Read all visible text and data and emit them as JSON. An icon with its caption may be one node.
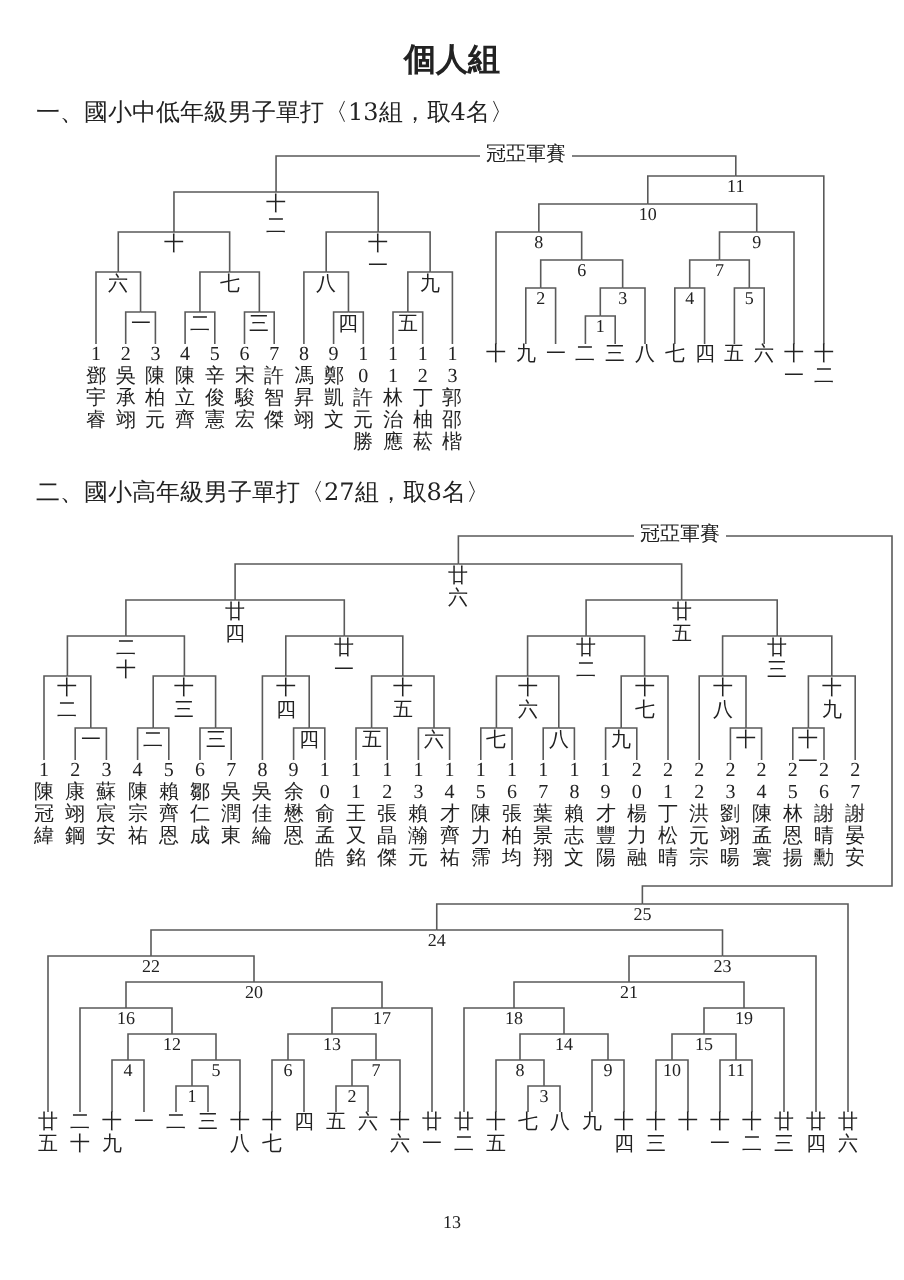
{
  "diagram": {
    "title": "個人組",
    "nodes": [
      {
        "text": [
          "冠亞軍賽"
        ]
      },
      {
        "text": [
          "十二"
        ]
      },
      {
        "text": [
          "十"
        ]
      },
      {
        "text": [
          "十一"
        ]
      },
      {
        "text": [
          "六"
        ]
      },
      {
        "text": [
          "七"
        ]
      },
      {
        "text": [
          "八"
        ]
      },
      {
        "text": [
          "九"
        ]
      },
      {
        "text": [
          "一"
        ]
      },
      {
        "text": [
          "二"
        ]
      },
      {
        "text": [
          "三"
        ]
      },
      {
        "text": [
          "四"
        ]
      },
      {
        "text": [
          "五"
        ]
      },
      {
        "text": [
          "1",
          "鄧宇睿"
        ]
      },
      {
        "text": [
          "2",
          "吳承翊"
        ]
      },
      {
        "text": [
          "3",
          "陳柏元"
        ]
      },
      {
        "text": [
          "4",
          "陳立齊"
        ]
      },
      {
        "text": [
          "5",
          "辛俊憲"
        ]
      },
      {
        "text": [
          "6",
          "宋駿宏"
        ]
      },
      {
        "text": [
          "7",
          "許智傑"
        ]
      },
      {
        "text": [
          "8",
          "馮昇翊"
        ]
      },
      {
        "text": [
          "9",
          "鄭凱文"
        ]
      },
      {
        "text": [
          "10",
          "許元勝"
        ]
      },
      {
        "text": [
          "11",
          "林治應"
        ]
      },
      {
        "text": [
          "12",
          "丁柚菘"
        ]
      },
      {
        "text": [
          "13",
          "郭邵楷"
        ]
      },
      {
        "text": [
          "11"
        ]
      },
      {
        "text": [
          "10"
        ]
      },
      {
        "text": [
          "8"
        ]
      },
      {
        "text": [
          "9"
        ]
      },
      {
        "text": [
          "6"
        ]
      },
      {
        "text": [
          "7"
        ]
      },
      {
        "text": [
          "2"
        ]
      },
      {
        "text": [
          "3"
        ]
      },
      {
        "text": [
          "4"
        ]
      },
      {
        "text": [
          "5"
        ]
      },
      {
        "text": [
          "1"
        ]
      },
      {
        "text": [
          "十"
        ]
      },
      {
        "text": [
          "九"
        ]
      },
      {
        "text": [
          "一"
        ]
      },
      {
        "text": [
          "二"
        ]
      },
      {
        "text": [
          "三"
        ]
      },
      {
        "text": [
          "八"
        ]
      },
      {
        "text": [
          "七"
        ]
      },
      {
        "text": [
          "四"
        ]
      },
      {
        "text": [
          "五"
        ]
      },
      {
        "text": [
          "六"
        ]
      },
      {
        "text": [
          "十一"
        ]
      },
      {
        "text": [
          "十二"
        ]
      },
      {
        "text": [
          "冠亞軍賽"
        ]
      },
      {
        "text": [
          "廿六"
        ]
      },
      {
        "text": [
          "廿四"
        ]
      },
      {
        "text": [
          "廿五"
        ]
      },
      {
        "text": [
          "二十"
        ]
      },
      {
        "text": [
          "廿一"
        ]
      },
      {
        "text": [
          "廿二"
        ]
      },
      {
        "text": [
          "廿三"
        ]
      },
      {
        "text": [
          "十二"
        ]
      },
      {
        "text": [
          "十三"
        ]
      },
      {
        "text": [
          "十四"
        ]
      },
      {
        "text": [
          "十五"
        ]
      },
      {
        "text": [
          "十六"
        ]
      },
      {
        "text": [
          "十七"
        ]
      },
      {
        "text": [
          "十八"
        ]
      },
      {
        "text": [
          "十九"
        ]
      },
      {
        "text": [
          "一"
        ]
      },
      {
        "text": [
          "二"
        ]
      },
      {
        "text": [
          "三"
        ]
      },
      {
        "text": [
          "四"
        ]
      },
      {
        "text": [
          "五"
        ]
      },
      {
        "text": [
          "六"
        ]
      },
      {
        "text": [
          "七"
        ]
      },
      {
        "text": [
          "八"
        ]
      },
      {
        "text": [
          "九"
        ]
      },
      {
        "text": [
          "十"
        ]
      },
      {
        "text": [
          "十一"
        ]
      },
      {
        "text": [
          "1",
          "陳冠緯"
        ]
      },
      {
        "text": [
          "2",
          "康翊鋼"
        ]
      },
      {
        "text": [
          "3",
          "蘇宸安"
        ]
      },
      {
        "text": [
          "4",
          "陳宗祐"
        ]
      },
      {
        "text": [
          "5",
          "賴齊恩"
        ]
      },
      {
        "text": [
          "6",
          "鄒仁成"
        ]
      },
      {
        "text": [
          "7",
          "吳潤東"
        ]
      },
      {
        "text": [
          "8",
          "吳佳綸"
        ]
      },
      {
        "text": [
          "9",
          "余懋恩"
        ]
      },
      {
        "text": [
          "10",
          "俞孟皓"
        ]
      },
      {
        "text": [
          "11",
          "王又銘"
        ]
      },
      {
        "text": [
          "12",
          "張晶傑"
        ]
      },
      {
        "text": [
          "13",
          "賴瀚元"
        ]
      },
      {
        "text": [
          "14",
          "才齊祐"
        ]
      },
      {
        "text": [
          "15",
          "陳力霈"
        ]
      },
      {
        "text": [
          "16",
          "張柏均"
        ]
      },
      {
        "text": [
          "17",
          "葉景翔"
        ]
      },
      {
        "text": [
          "18",
          "賴志文"
        ]
      },
      {
        "text": [
          "19",
          "才豐陽"
        ]
      },
      {
        "text": [
          "20",
          "楊力融"
        ]
      },
      {
        "text": [
          "21",
          "丁松晴"
        ]
      },
      {
        "text": [
          "22",
          "洪元宗"
        ]
      },
      {
        "text": [
          "23",
          "劉翊暘"
        ]
      },
      {
        "text": [
          "24",
          "陳孟寰"
        ]
      },
      {
        "text": [
          "25",
          "林恩揚"
        ]
      },
      {
        "text": [
          "26",
          "謝晴勳"
        ]
      },
      {
        "text": [
          "27",
          "謝晏安"
        ]
      },
      {
        "text": [
          "25"
        ]
      },
      {
        "text": [
          "24"
        ]
      },
      {
        "text": [
          "22"
        ]
      },
      {
        "text": [
          "23"
        ]
      },
      {
        "text": [
          "20"
        ]
      },
      {
        "text": [
          "21"
        ]
      },
      {
        "text": [
          "16"
        ]
      },
      {
        "text": [
          "17"
        ]
      },
      {
        "text": [
          "18"
        ]
      },
      {
        "text": [
          "19"
        ]
      },
      {
        "text": [
          "12"
        ]
      },
      {
        "text": [
          "13"
        ]
      },
      {
        "text": [
          "14"
        ]
      },
      {
        "text": [
          "15"
        ]
      },
      {
        "text": [
          "4"
        ]
      },
      {
        "text": [
          "5"
        ]
      },
      {
        "text": [
          "6"
        ]
      },
      {
        "text": [
          "7"
        ]
      },
      {
        "text": [
          "8"
        ]
      },
      {
        "text": [
          "9"
        ]
      },
      {
        "text": [
          "10"
        ]
      },
      {
        "text": [
          "11"
        ]
      },
      {
        "text": [
          "1"
        ]
      },
      {
        "text": [
          "2"
        ]
      },
      {
        "text": [
          "3"
        ]
      },
      {
        "text": [
          "廿五"
        ]
      },
      {
        "text": [
          "二十"
        ]
      },
      {
        "text": [
          "十九"
        ]
      },
      {
        "text": [
          "一"
        ]
      },
      {
        "text": [
          "二"
        ]
      },
      {
        "text": [
          "三"
        ]
      },
      {
        "text": [
          "十八"
        ]
      },
      {
        "text": [
          "十七"
        ]
      },
      {
        "text": [
          "四"
        ]
      },
      {
        "text": [
          "五"
        ]
      },
      {
        "text": [
          "六"
        ]
      },
      {
        "text": [
          "十六"
        ]
      },
      {
        "text": [
          "廿一"
        ]
      },
      {
        "text": [
          "廿二"
        ]
      },
      {
        "text": [
          "十五"
        ]
      },
      {
        "text": [
          "七"
        ]
      },
      {
        "text": [
          "八"
        ]
      },
      {
        "text": [
          "九"
        ]
      },
      {
        "text": [
          "十四"
        ]
      },
      {
        "text": [
          "十三"
        ]
      },
      {
        "text": [
          "十"
        ]
      },
      {
        "text": [
          "十一"
        ]
      },
      {
        "text": [
          "十二"
        ]
      },
      {
        "text": [
          "廿三"
        ]
      },
      {
        "text": [
          "廿四"
        ]
      },
      {
        "text": [
          "廿六"
        ]
      }
    ],
    "edges": [
      {
        "from": 1,
        "to": 0,
        "arrow": "none"
      },
      {
        "from": 26,
        "to": 0,
        "arrow": "none"
      },
      {
        "from": 2,
        "to": 1,
        "arrow": "none"
      },
      {
        "from": 3,
        "to": 1,
        "arrow": "none"
      },
      {
        "from": 4,
        "to": 2,
        "arrow": "none"
      },
      {
        "from": 5,
        "to": 2,
        "arrow": "none"
      },
      {
        "from": 6,
        "to": 3,
        "arrow": "none"
      },
      {
        "from": 7,
        "to": 3,
        "arrow": "none"
      },
      {
        "from": 13,
        "to": 4,
        "arrow": "none"
      },
      {
        "from": 8,
        "to": 4,
        "arrow": "none"
      },
      {
        "from": 9,
        "to": 5,
        "arrow": "none"
      },
      {
        "from": 10,
        "to": 5,
        "arrow": "none"
      },
      {
        "from": 20,
        "to": 6,
        "arrow": "none"
      },
      {
        "from": 11,
        "to": 6,
        "arrow": "none"
      },
      {
        "from": 12,
        "to": 7,
        "arrow": "none"
      },
      {
        "from": 25,
        "to": 7,
        "arrow": "none"
      },
      {
        "from": 14,
        "to": 8,
        "arrow": "none"
      },
      {
        "from": 15,
        "to": 8,
        "arrow": "none"
      },
      {
        "from": 16,
        "to": 9,
        "arrow": "none"
      },
      {
        "from": 17,
        "to": 9,
        "arrow": "none"
      },
      {
        "from": 18,
        "to": 10,
        "arrow": "none"
      },
      {
        "from": 19,
        "to": 10,
        "arrow": "none"
      },
      {
        "from": 21,
        "to": 11,
        "arrow": "none"
      },
      {
        "from": 22,
        "to": 11,
        "arrow": "none"
      },
      {
        "from": 23,
        "to": 12,
        "arrow": "none"
      },
      {
        "from": 24,
        "to": 12,
        "arrow": "none"
      },
      {
        "from": 27,
        "to": 26,
        "arrow": "none"
      },
      {
        "from": 48,
        "to": 26,
        "arrow": "none"
      },
      {
        "from": 28,
        "to": 27,
        "arrow": "none"
      },
      {
        "from": 29,
        "to": 27,
        "arrow": "none"
      },
      {
        "from": 37,
        "to": 28,
        "arrow": "none"
      },
      {
        "from": 30,
        "to": 28,
        "arrow": "none"
      },
      {
        "from": 31,
        "to": 29,
        "arrow": "none"
      },
      {
        "from": 47,
        "to": 29,
        "arrow": "none"
      },
      {
        "from": 32,
        "to": 30,
        "arrow": "none"
      },
      {
        "from": 33,
        "to": 30,
        "arrow": "none"
      },
      {
        "from": 34,
        "to": 31,
        "arrow": "none"
      },
      {
        "from": 35,
        "to": 31,
        "arrow": "none"
      },
      {
        "from": 38,
        "to": 32,
        "arrow": "none"
      },
      {
        "from": 39,
        "to": 32,
        "arrow": "none"
      },
      {
        "from": 36,
        "to": 33,
        "arrow": "none"
      },
      {
        "from": 42,
        "to": 33,
        "arrow": "none"
      },
      {
        "from": 43,
        "to": 34,
        "arrow": "none"
      },
      {
        "from": 44,
        "to": 34,
        "arrow": "none"
      },
      {
        "from": 45,
        "to": 35,
        "arrow": "none"
      },
      {
        "from": 46,
        "to": 35,
        "arrow": "none"
      },
      {
        "from": 40,
        "to": 36,
        "arrow": "none"
      },
      {
        "from": 41,
        "to": 36,
        "arrow": "none"
      },
      {
        "from": 50,
        "to": 49,
        "arrow": "none"
      },
      {
        "from": 103,
        "to": 49,
        "arrow": "none"
      },
      {
        "from": 51,
        "to": 50,
        "arrow": "none"
      },
      {
        "from": 52,
        "to": 50,
        "arrow": "none"
      },
      {
        "from": 53,
        "to": 51,
        "arrow": "none"
      },
      {
        "from": 54,
        "to": 51,
        "arrow": "none"
      },
      {
        "from": 55,
        "to": 52,
        "arrow": "none"
      },
      {
        "from": 56,
        "to": 52,
        "arrow": "none"
      },
      {
        "from": 57,
        "to": 53,
        "arrow": "none"
      },
      {
        "from": 58,
        "to": 53,
        "arrow": "none"
      },
      {
        "from": 59,
        "to": 54,
        "arrow": "none"
      },
      {
        "from": 60,
        "to": 54,
        "arrow": "none"
      },
      {
        "from": 61,
        "to": 55,
        "arrow": "none"
      },
      {
        "from": 62,
        "to": 55,
        "arrow": "none"
      },
      {
        "from": 63,
        "to": 56,
        "arrow": "none"
      },
      {
        "from": 64,
        "to": 56,
        "arrow": "none"
      },
      {
        "from": 76,
        "to": 57,
        "arrow": "none"
      },
      {
        "from": 65,
        "to": 57,
        "arrow": "none"
      },
      {
        "from": 66,
        "to": 58,
        "arrow": "none"
      },
      {
        "from": 67,
        "to": 58,
        "arrow": "none"
      },
      {
        "from": 83,
        "to": 59,
        "arrow": "none"
      },
      {
        "from": 68,
        "to": 59,
        "arrow": "none"
      },
      {
        "from": 69,
        "to": 60,
        "arrow": "none"
      },
      {
        "from": 70,
        "to": 60,
        "arrow": "none"
      },
      {
        "from": 71,
        "to": 61,
        "arrow": "none"
      },
      {
        "from": 72,
        "to": 61,
        "arrow": "none"
      },
      {
        "from": 73,
        "to": 62,
        "arrow": "none"
      },
      {
        "from": 96,
        "to": 62,
        "arrow": "none"
      },
      {
        "from": 97,
        "to": 63,
        "arrow": "none"
      },
      {
        "from": 74,
        "to": 63,
        "arrow": "none"
      },
      {
        "from": 75,
        "to": 64,
        "arrow": "none"
      },
      {
        "from": 102,
        "to": 64,
        "arrow": "none"
      },
      {
        "from": 77,
        "to": 65,
        "arrow": "none"
      },
      {
        "from": 78,
        "to": 65,
        "arrow": "none"
      },
      {
        "from": 79,
        "to": 66,
        "arrow": "none"
      },
      {
        "from": 80,
        "to": 66,
        "arrow": "none"
      },
      {
        "from": 81,
        "to": 67,
        "arrow": "none"
      },
      {
        "from": 82,
        "to": 67,
        "arrow": "none"
      },
      {
        "from": 84,
        "to": 68,
        "arrow": "none"
      },
      {
        "from": 85,
        "to": 68,
        "arrow": "none"
      },
      {
        "from": 86,
        "to": 69,
        "arrow": "none"
      },
      {
        "from": 87,
        "to": 69,
        "arrow": "none"
      },
      {
        "from": 88,
        "to": 70,
        "arrow": "none"
      },
      {
        "from": 89,
        "to": 70,
        "arrow": "none"
      },
      {
        "from": 90,
        "to": 71,
        "arrow": "none"
      },
      {
        "from": 91,
        "to": 71,
        "arrow": "none"
      },
      {
        "from": 92,
        "to": 72,
        "arrow": "none"
      },
      {
        "from": 93,
        "to": 72,
        "arrow": "none"
      },
      {
        "from": 94,
        "to": 73,
        "arrow": "none"
      },
      {
        "from": 95,
        "to": 73,
        "arrow": "none"
      },
      {
        "from": 98,
        "to": 74,
        "arrow": "none"
      },
      {
        "from": 99,
        "to": 74,
        "arrow": "none"
      },
      {
        "from": 100,
        "to": 75,
        "arrow": "none"
      },
      {
        "from": 101,
        "to": 75,
        "arrow": "none"
      },
      {
        "from": 104,
        "to": 103,
        "arrow": "none"
      },
      {
        "from": 153,
        "to": 103,
        "arrow": "none"
      },
      {
        "from": 105,
        "to": 104,
        "arrow": "none"
      },
      {
        "from": 106,
        "to": 104,
        "arrow": "none"
      },
      {
        "from": 128,
        "to": 105,
        "arrow": "none"
      },
      {
        "from": 107,
        "to": 105,
        "arrow": "none"
      },
      {
        "from": 108,
        "to": 106,
        "arrow": "none"
      },
      {
        "from": 152,
        "to": 106,
        "arrow": "none"
      },
      {
        "from": 109,
        "to": 107,
        "arrow": "none"
      },
      {
        "from": 110,
        "to": 107,
        "arrow": "none"
      },
      {
        "from": 111,
        "to": 108,
        "arrow": "none"
      },
      {
        "from": 112,
        "to": 108,
        "arrow": "none"
      },
      {
        "from": 129,
        "to": 109,
        "arrow": "none"
      },
      {
        "from": 113,
        "to": 109,
        "arrow": "none"
      },
      {
        "from": 114,
        "to": 110,
        "arrow": "none"
      },
      {
        "from": 140,
        "to": 110,
        "arrow": "none"
      },
      {
        "from": 141,
        "to": 111,
        "arrow": "none"
      },
      {
        "from": 115,
        "to": 111,
        "arrow": "none"
      },
      {
        "from": 116,
        "to": 112,
        "arrow": "none"
      },
      {
        "from": 151,
        "to": 112,
        "arrow": "none"
      },
      {
        "from": 117,
        "to": 113,
        "arrow": "none"
      },
      {
        "from": 118,
        "to": 113,
        "arrow": "none"
      },
      {
        "from": 119,
        "to": 114,
        "arrow": "none"
      },
      {
        "from": 120,
        "to": 114,
        "arrow": "none"
      },
      {
        "from": 121,
        "to": 115,
        "arrow": "none"
      },
      {
        "from": 122,
        "to": 115,
        "arrow": "none"
      },
      {
        "from": 123,
        "to": 116,
        "arrow": "none"
      },
      {
        "from": 124,
        "to": 116,
        "arrow": "none"
      },
      {
        "from": 130,
        "to": 117,
        "arrow": "none"
      },
      {
        "from": 131,
        "to": 117,
        "arrow": "none"
      },
      {
        "from": 125,
        "to": 118,
        "arrow": "none"
      },
      {
        "from": 134,
        "to": 118,
        "arrow": "none"
      },
      {
        "from": 135,
        "to": 119,
        "arrow": "none"
      },
      {
        "from": 136,
        "to": 119,
        "arrow": "none"
      },
      {
        "from": 126,
        "to": 120,
        "arrow": "none"
      },
      {
        "from": 139,
        "to": 120,
        "arrow": "none"
      },
      {
        "from": 142,
        "to": 121,
        "arrow": "none"
      },
      {
        "from": 127,
        "to": 121,
        "arrow": "none"
      },
      {
        "from": 145,
        "to": 122,
        "arrow": "none"
      },
      {
        "from": 146,
        "to": 122,
        "arrow": "none"
      },
      {
        "from": 147,
        "to": 123,
        "arrow": "none"
      },
      {
        "from": 148,
        "to": 123,
        "arrow": "none"
      },
      {
        "from": 149,
        "to": 124,
        "arrow": "none"
      },
      {
        "from": 150,
        "to": 124,
        "arrow": "none"
      },
      {
        "from": 132,
        "to": 125,
        "arrow": "none"
      },
      {
        "from": 133,
        "to": 125,
        "arrow": "none"
      },
      {
        "from": 137,
        "to": 126,
        "arrow": "none"
      },
      {
        "from": 138,
        "to": 126,
        "arrow": "none"
      },
      {
        "from": 143,
        "to": 127,
        "arrow": "none"
      },
      {
        "from": 144,
        "to": 127,
        "arrow": "none"
      }
    ],
    "labels": [
      "一、國小中低年級男子單打〈13組，取4名〉",
      "二、國小高年級男子單打〈27組，取8名〉",
      "13"
    ]
  }
}
